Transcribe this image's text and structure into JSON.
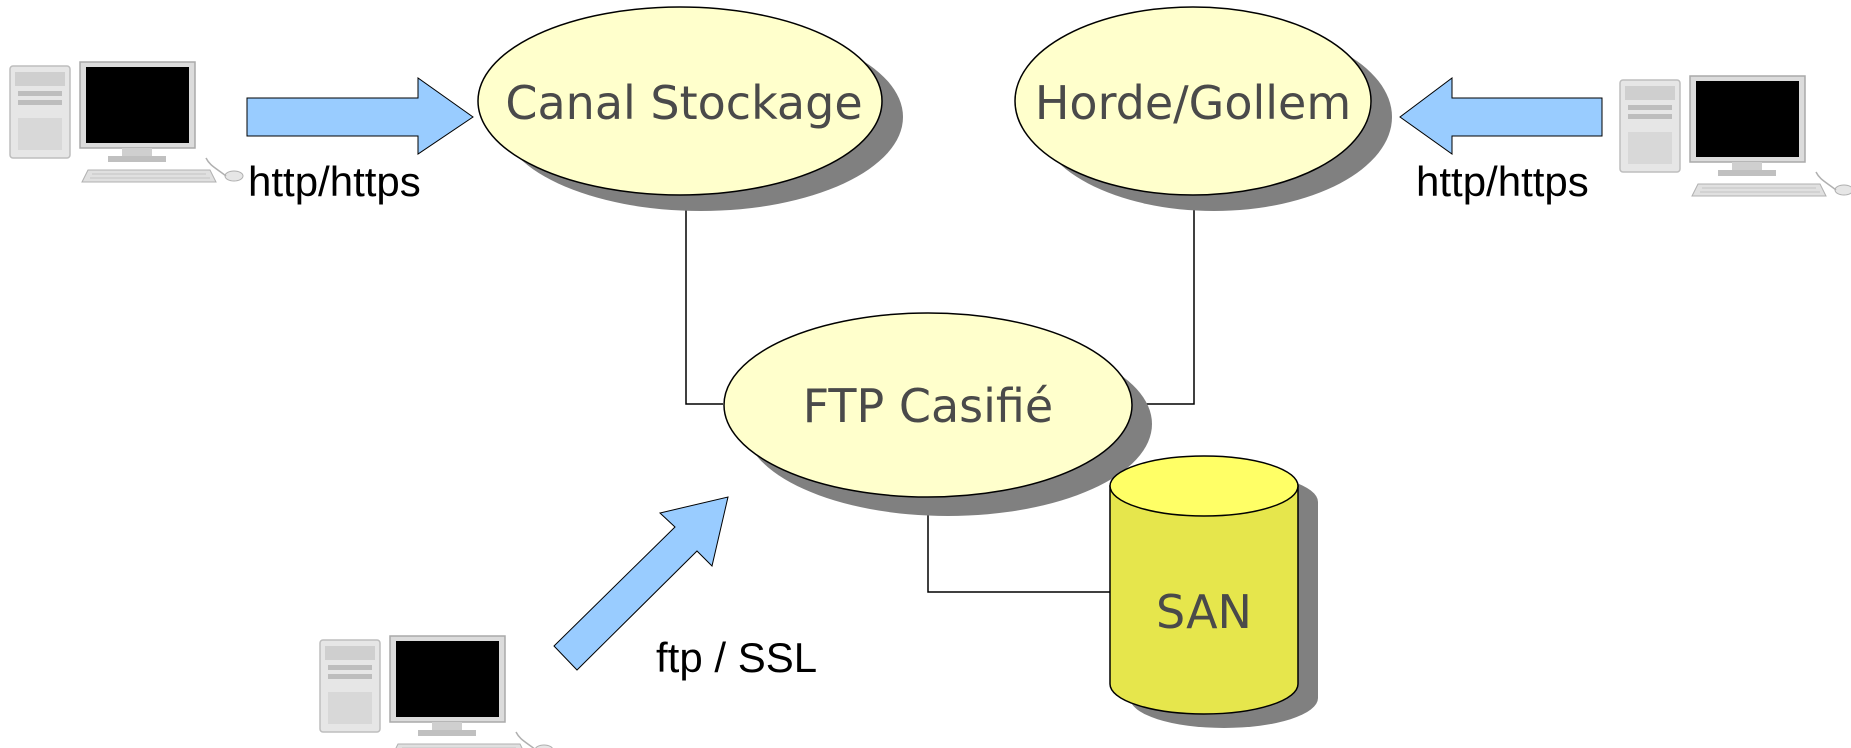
{
  "nodes": {
    "canal_stockage": "Canal Stockage",
    "horde_gollem": "Horde/Gollem",
    "ftp_casifie": "FTP Casifié",
    "san": "SAN"
  },
  "protocols": {
    "left_client": "http/https",
    "right_client": "http/https",
    "bottom_client": "ftp / SSL"
  },
  "colors": {
    "ellipse_fill": "#ffffcc",
    "cylinder_fill": "#e6e64c",
    "cylinder_top": "#ffff66",
    "arrow_fill": "#99ccff",
    "shadow": "#808080",
    "text": "#4a4a4a"
  },
  "icons": {
    "clients": "desktop-computer-icon"
  }
}
